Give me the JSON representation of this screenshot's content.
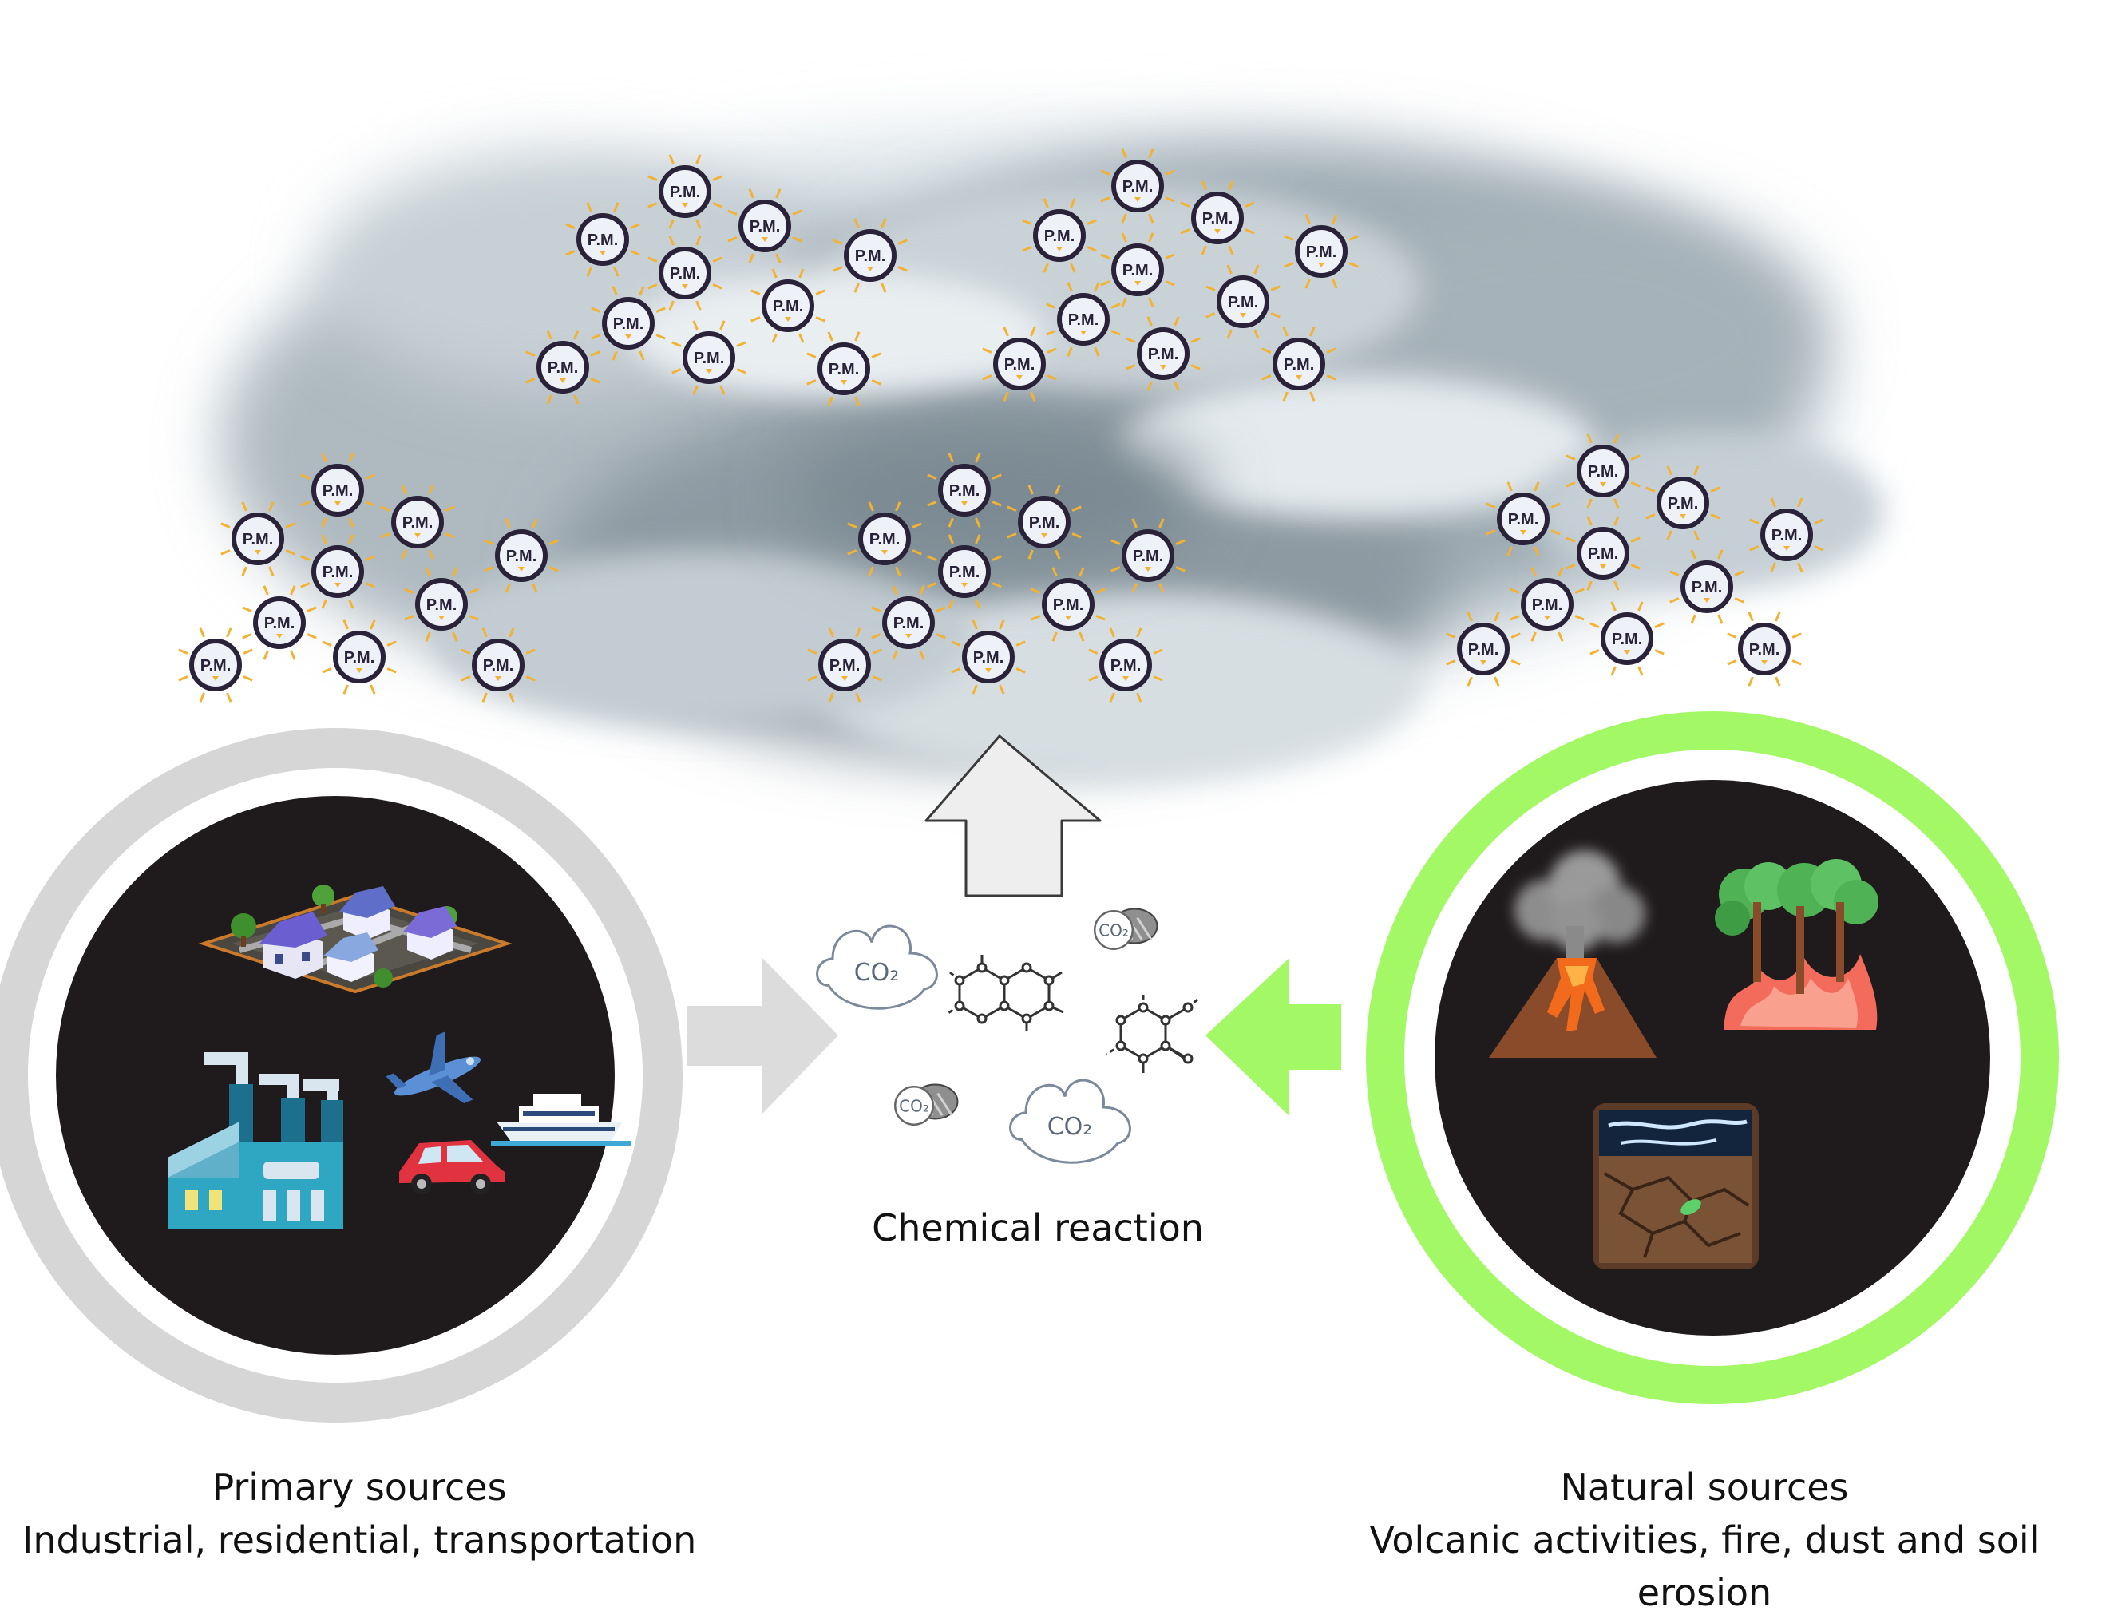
{
  "particle_label": "P.M.",
  "co2_label": "CO₂",
  "center": {
    "caption": "Chemical reaction"
  },
  "left": {
    "title": "Primary sources",
    "subtitle": "Industrial, residential, transportation",
    "icons": [
      "residential-houses-icon",
      "factory-icon",
      "airplane-icon",
      "car-icon",
      "ship-icon"
    ]
  },
  "right": {
    "title": "Natural sources",
    "subtitle": "Volcanic activities, fire, dust and soil erosion",
    "icons": [
      "volcano-icon",
      "forest-fire-icon",
      "soil-erosion-icon"
    ]
  },
  "colors": {
    "primary_ring": "#d6d6d6",
    "natural_ring": "#a3f866",
    "circle_fill": "#1f1a1c",
    "cloud": "#7f8f98",
    "arrow_gray": "#dcdcdc",
    "arrow_green": "#a3f866"
  }
}
